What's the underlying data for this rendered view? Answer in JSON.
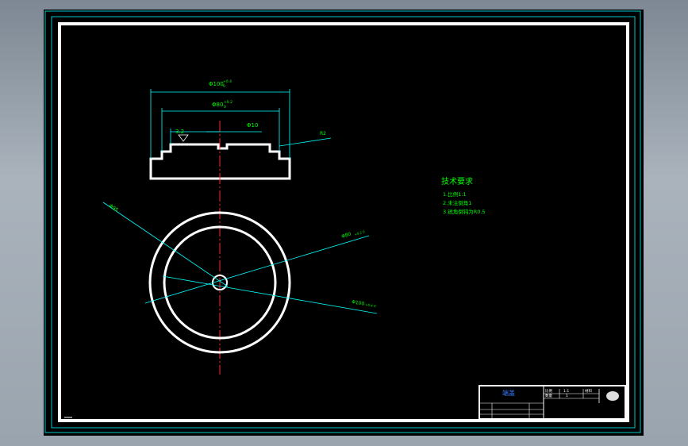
{
  "drawing": {
    "section_dims": {
      "outer_width": "Φ100",
      "outer_tol_upper": "+0.4",
      "outer_tol_lower": "0",
      "inner_width": "Φ80",
      "inner_tol_upper": "+0.2",
      "inner_tol_lower": "0",
      "bore": "Φ10",
      "roughness": "3.2",
      "leader_label": "R2"
    },
    "plan_dims": {
      "left_label": "Φ95",
      "right_label_1": "Φ80",
      "right_label_1_tol": "+0.2  0",
      "right_label_2": "Φ100",
      "right_label_2_tol": "+0.4  0"
    },
    "notes": {
      "heading": "技术要求",
      "lines": [
        "1.比例1:1",
        "2.未注倒角1",
        "3.锐角倒钝为R0.5"
      ]
    },
    "title_block": {
      "name": "端盖",
      "cells": [
        "比例",
        "1:1",
        "材料",
        "数量",
        "1"
      ]
    },
    "colors": {
      "background": "#000000",
      "frame": "#ffffff",
      "dimension": "#00ffff",
      "text": "#00ff00",
      "centerline": "#ff0000"
    }
  }
}
